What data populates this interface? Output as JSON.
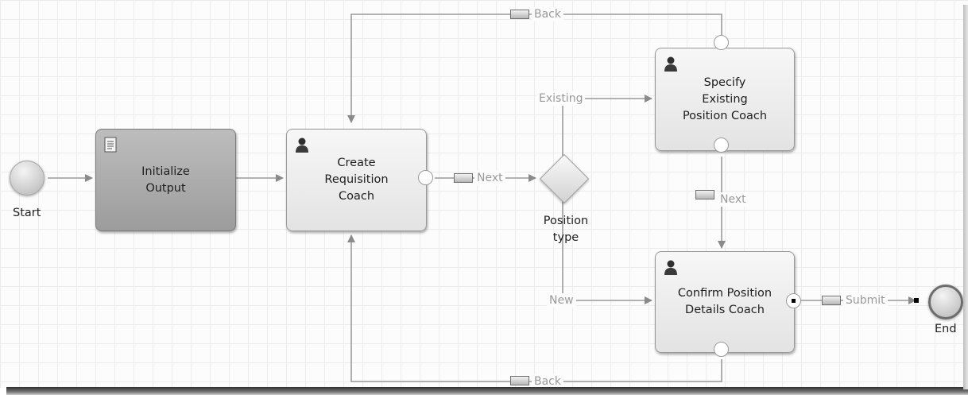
{
  "events": {
    "start": {
      "label": "Start"
    },
    "end": {
      "label": "End"
    }
  },
  "gateway": {
    "label": "Position type"
  },
  "tasks": {
    "initialize_output": {
      "label": "Initialize Output",
      "icon": "script-icon",
      "style": "dark"
    },
    "create_requisition": {
      "label": "Create Requisition Coach",
      "icon": "person-icon"
    },
    "specify_existing": {
      "label": "Specify Existing Position Coach",
      "icon": "person-icon"
    },
    "confirm_details": {
      "label": "Confirm Position Details Coach",
      "icon": "person-icon"
    }
  },
  "flows": {
    "back_top": "Back",
    "back_bottom": "Back",
    "next_create": "Next",
    "next_specify": "Next",
    "existing": "Existing",
    "new": "New",
    "submit": "Submit"
  },
  "colors": {
    "line": "#9a9a9a",
    "task_light": "#e8e8e8",
    "task_dark": "#a8a8a8",
    "grid": "#ececec"
  }
}
